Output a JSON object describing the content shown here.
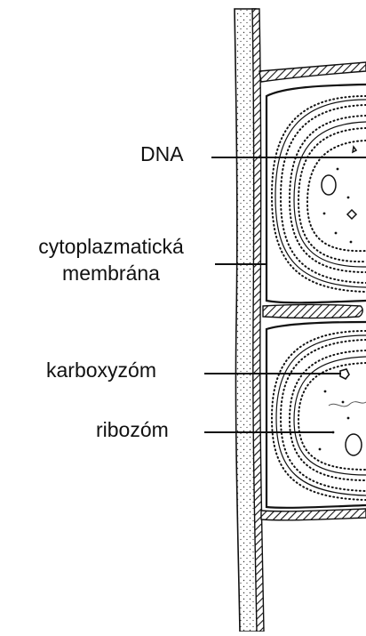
{
  "labels": {
    "dna": "DNA",
    "cytoplasmic_line1": "cytoplazmatická",
    "cytoplasmic_line2": "membrána",
    "carboxysome": "karboxyzóm",
    "ribosome": "ribozóm"
  },
  "colors": {
    "ink": "#111111",
    "background": "#ffffff"
  }
}
